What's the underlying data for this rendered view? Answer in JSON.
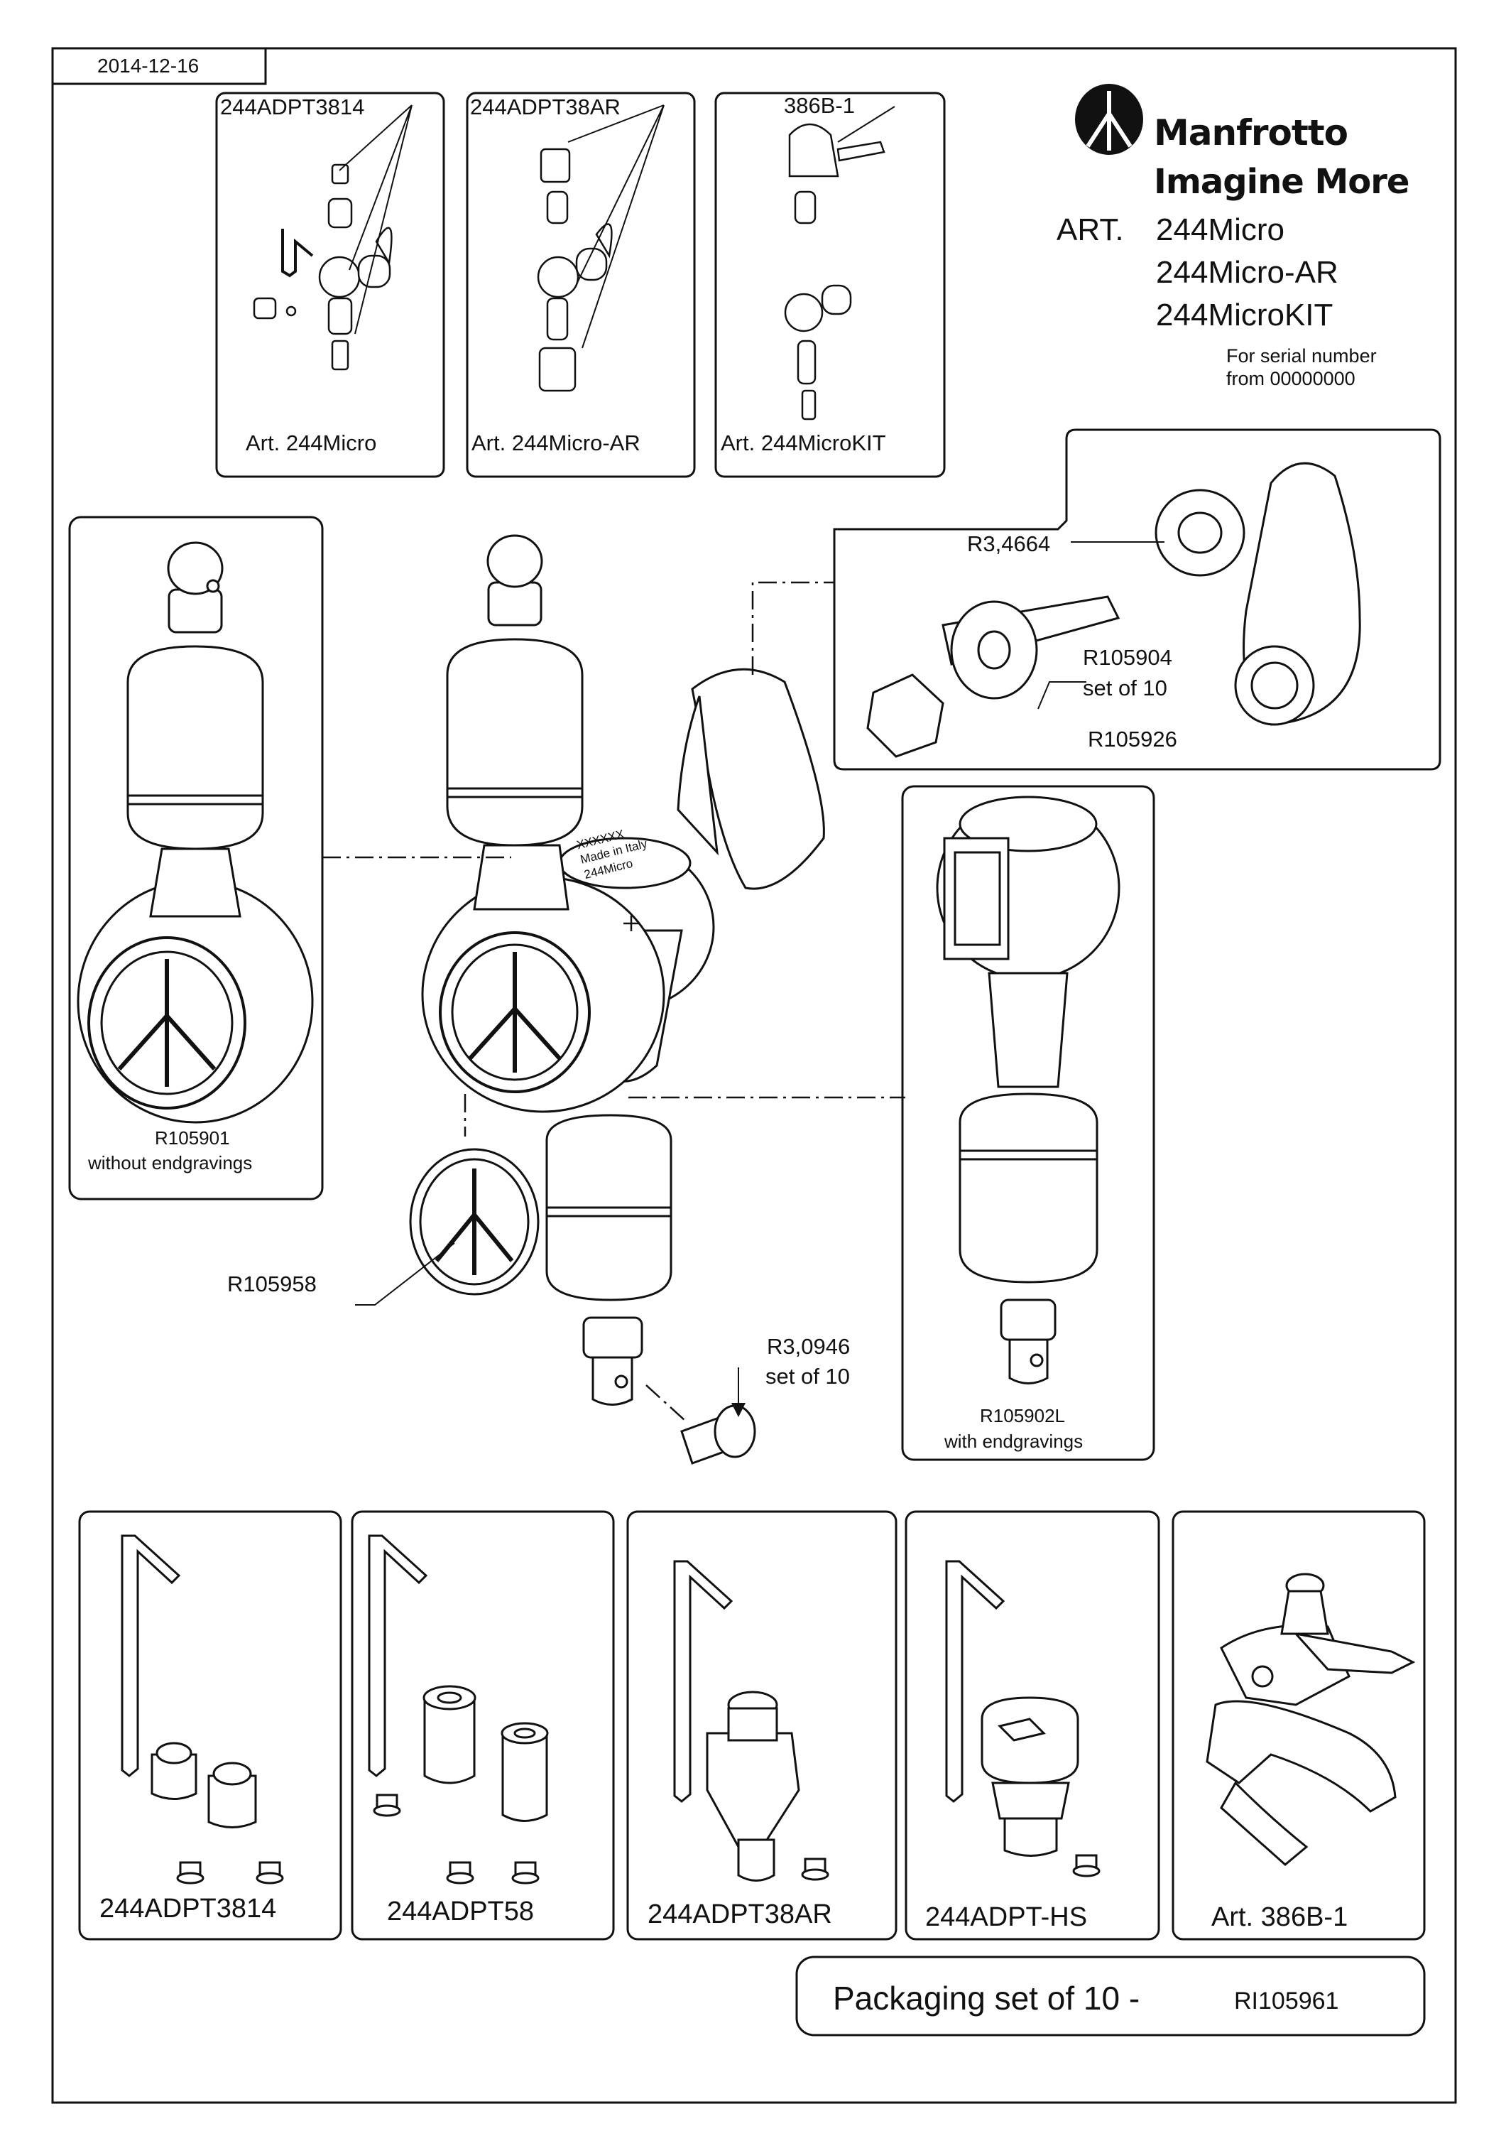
{
  "header": {
    "date": "2014-12-16",
    "brand": "Manfrotto",
    "tagline": "Imagine More",
    "art_prefix": "ART.",
    "articles": [
      "244Micro",
      "244Micro-AR",
      "244MicroKIT"
    ],
    "serial_line1": "For serial number",
    "serial_line2": "from 00000000"
  },
  "top_variants": [
    {
      "code": "244ADPT3814",
      "caption": "Art. 244Micro"
    },
    {
      "code": "244ADPT38AR",
      "caption": "Art. 244Micro-AR"
    },
    {
      "code": "386B-1",
      "caption": "Art. 244MicroKIT"
    }
  ],
  "parts": {
    "r34664": "R3,4664",
    "r105904": "R105904",
    "r105904_sub": "set of 10",
    "r105926": "R105926",
    "r105901": "R105901",
    "r105901_sub": "without endgravings",
    "r105958": "R105958",
    "r30946": "R3,0946",
    "r30946_sub": "set of 10",
    "r105902l": "R105902L",
    "r105902l_sub": "with endgravings"
  },
  "engraving": {
    "line1": "XXXXXX",
    "line2": "Made in Italy",
    "line3": "244Micro"
  },
  "accessories": [
    {
      "label": "244ADPT3814"
    },
    {
      "label": "244ADPT58"
    },
    {
      "label": "244ADPT38AR"
    },
    {
      "label": "244ADPT-HS"
    },
    {
      "label": "Art. 386B-1"
    }
  ],
  "packaging": {
    "label": "Packaging set of 10 -",
    "code": "RI105961"
  }
}
